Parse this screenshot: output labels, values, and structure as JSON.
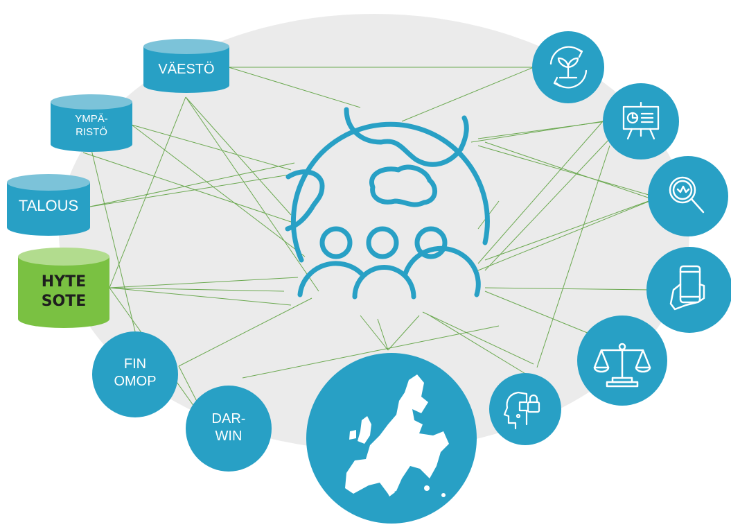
{
  "colors": {
    "teal": "#28a0c5",
    "teal_top": "#7cc3d9",
    "green": "#7ac142",
    "green_top": "#b2dc8e",
    "backdrop": "#ebebeb",
    "connector": "#6aa84f",
    "white": "#ffffff"
  },
  "databases": [
    {
      "id": "vaesto",
      "label": "VÄESTÖ"
    },
    {
      "id": "ymparisto",
      "label": "YMPÄ-\nRISTÖ"
    },
    {
      "id": "talous",
      "label": "TALOUS"
    },
    {
      "id": "hyte",
      "label": "HYTE\nSOTE"
    }
  ],
  "text_nodes": [
    {
      "id": "finomop",
      "label": "FIN\nOMOP"
    },
    {
      "id": "darwin",
      "label": "DAR-\nWIN"
    }
  ],
  "icon_nodes": [
    {
      "id": "sustainability",
      "icon": "plant-cycle-icon"
    },
    {
      "id": "presentation",
      "icon": "presentation-board-icon"
    },
    {
      "id": "health-search",
      "icon": "heart-magnifier-icon"
    },
    {
      "id": "mobile",
      "icon": "hand-phone-icon"
    },
    {
      "id": "justice",
      "icon": "scales-icon"
    },
    {
      "id": "ai",
      "icon": "head-circuit-lock-icon"
    },
    {
      "id": "europe",
      "icon": "europe-map-icon"
    }
  ],
  "center_icon": "globe-people-icon"
}
